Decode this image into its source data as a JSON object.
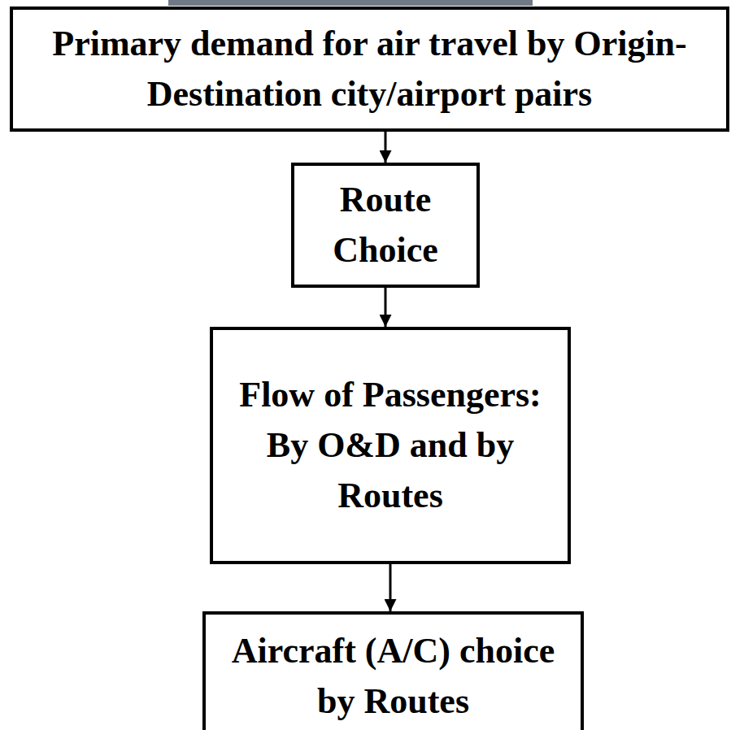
{
  "diagram": {
    "nodes": [
      {
        "text": [
          "Primary demand for air travel by Origin-Destination city/airport pairs"
        ]
      },
      {
        "text": [
          "Route Choice"
        ]
      },
      {
        "text": [
          "Flow of Passengers:",
          "By O&D and by Routes"
        ]
      },
      {
        "text": [
          "Aircraft (A/C) choice by Routes"
        ]
      }
    ],
    "edges": [
      {
        "from": 0,
        "to": 1,
        "arrow": "to"
      },
      {
        "from": 1,
        "to": 2,
        "arrow": "to"
      },
      {
        "from": 2,
        "to": 3,
        "arrow": "to"
      }
    ]
  }
}
